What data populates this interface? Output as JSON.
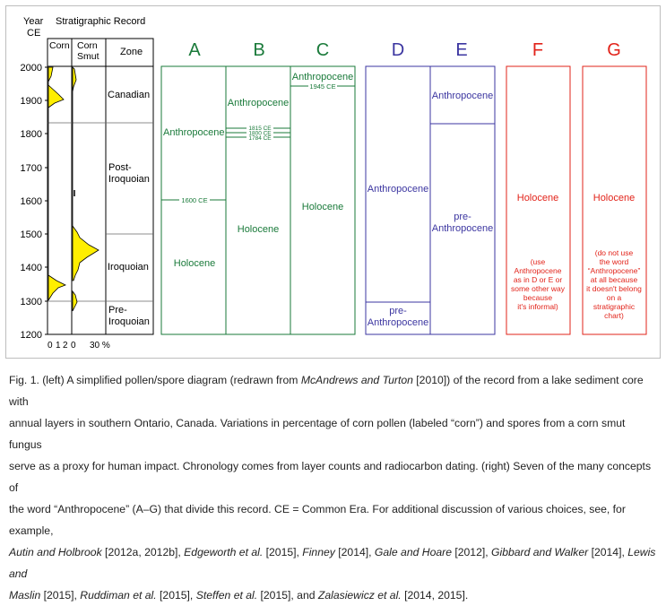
{
  "pollen_diagram": {
    "header_year": "Year",
    "header_ce": "CE",
    "header_record": "Stratigraphic Record",
    "col_corn": "Corn",
    "col_smut_line1": "Corn",
    "col_smut_line2": "Smut",
    "col_zone": "Zone",
    "year_ticks": [
      "2000",
      "1900",
      "1800",
      "1700",
      "1600",
      "1500",
      "1400",
      "1300",
      "1200"
    ],
    "zones": [
      {
        "lines": [
          "Canadian"
        ]
      },
      {
        "lines": [
          "Post-",
          "Iroquoian"
        ]
      },
      {
        "lines": [
          "Iroquoian"
        ]
      },
      {
        "lines": [
          "Pre-",
          "Iroquoian"
        ]
      }
    ],
    "x_axis": [
      "0",
      "1",
      "2",
      "0",
      "30 %"
    ],
    "colors": {
      "pollen_fill": "#ffee00"
    }
  },
  "concepts": {
    "A": {
      "letter": "A",
      "upper": "Anthropocene",
      "lower": "Holocene",
      "marker": "1600 CE"
    },
    "B": {
      "letter": "B",
      "upper": "Anthropocene",
      "lower": "Holocene",
      "markers": [
        "1815 CE",
        "1800 CE",
        "1784 CE"
      ]
    },
    "C": {
      "letter": "C",
      "upper": "Anthropocene",
      "lower": "Holocene",
      "marker": "1945 CE"
    },
    "D": {
      "letter": "D",
      "upper": "Anthropocene",
      "lower_line1": "pre-",
      "lower_line2": "Anthropocene"
    },
    "E": {
      "letter": "E",
      "upper": "Anthropocene",
      "lower_line1": "pre-",
      "lower_line2": "Anthropocene"
    },
    "F": {
      "letter": "F",
      "label": "Holocene",
      "note": [
        "(use",
        "Anthropocene",
        "as in D or E or",
        "some other way",
        "because",
        "it's informal)"
      ]
    },
    "G": {
      "letter": "G",
      "label": "Holocene",
      "note": [
        "(do not use",
        "the word",
        "“Anthropocene”",
        "at all because",
        "it doesn't belong",
        "on a",
        "stratigraphic",
        "chart)"
      ]
    }
  },
  "colors": {
    "green": "#1a7a3a",
    "blue": "#3b35a0",
    "red": "#e2231a"
  },
  "caption": {
    "line1": "Fig. 1. (left) A simplified pollen/spore diagram (redrawn from ",
    "ref1": "McAndrews and Turton",
    "line1b": " [2010]) of the record from a lake sediment core with",
    "line2": "annual layers in southern Ontario, Canada. Variations in percentage of corn pollen (labeled “corn”) and spores from a corn smut fungus",
    "line3": "serve as a proxy for human impact. Chronology comes from layer counts and radiocarbon dating. (right) Seven of the many concepts of",
    "line4": "the word “Anthropocene” (A–G) that divide this record. CE = Common Era. For additional discussion of various choices, see, for example,",
    "r_autin": "Autin and Holbrook",
    "t_autin": " [2012a, 2012b], ",
    "r_edge": "Edgeworth et al.",
    "t_edge": " [2015], ",
    "r_finney": "Finney",
    "t_finney": " [2014], ",
    "r_gale": "Gale and Hoare",
    "t_gale": " [2012], ",
    "r_gibb": "Gibbard and Walker",
    "t_gibb": " [2014], ",
    "r_lewis": "Lewis and",
    "r_maslin": "Maslin",
    "t_maslin": " [2015], ",
    "r_rudd": "Ruddiman et al.",
    "t_rudd": " [2015], ",
    "r_steffen": "Steffen et al.",
    "t_steffen": " [2015], and ",
    "r_zal": "Zalasiewicz et al.",
    "t_zal": " [2014, 2015]."
  }
}
